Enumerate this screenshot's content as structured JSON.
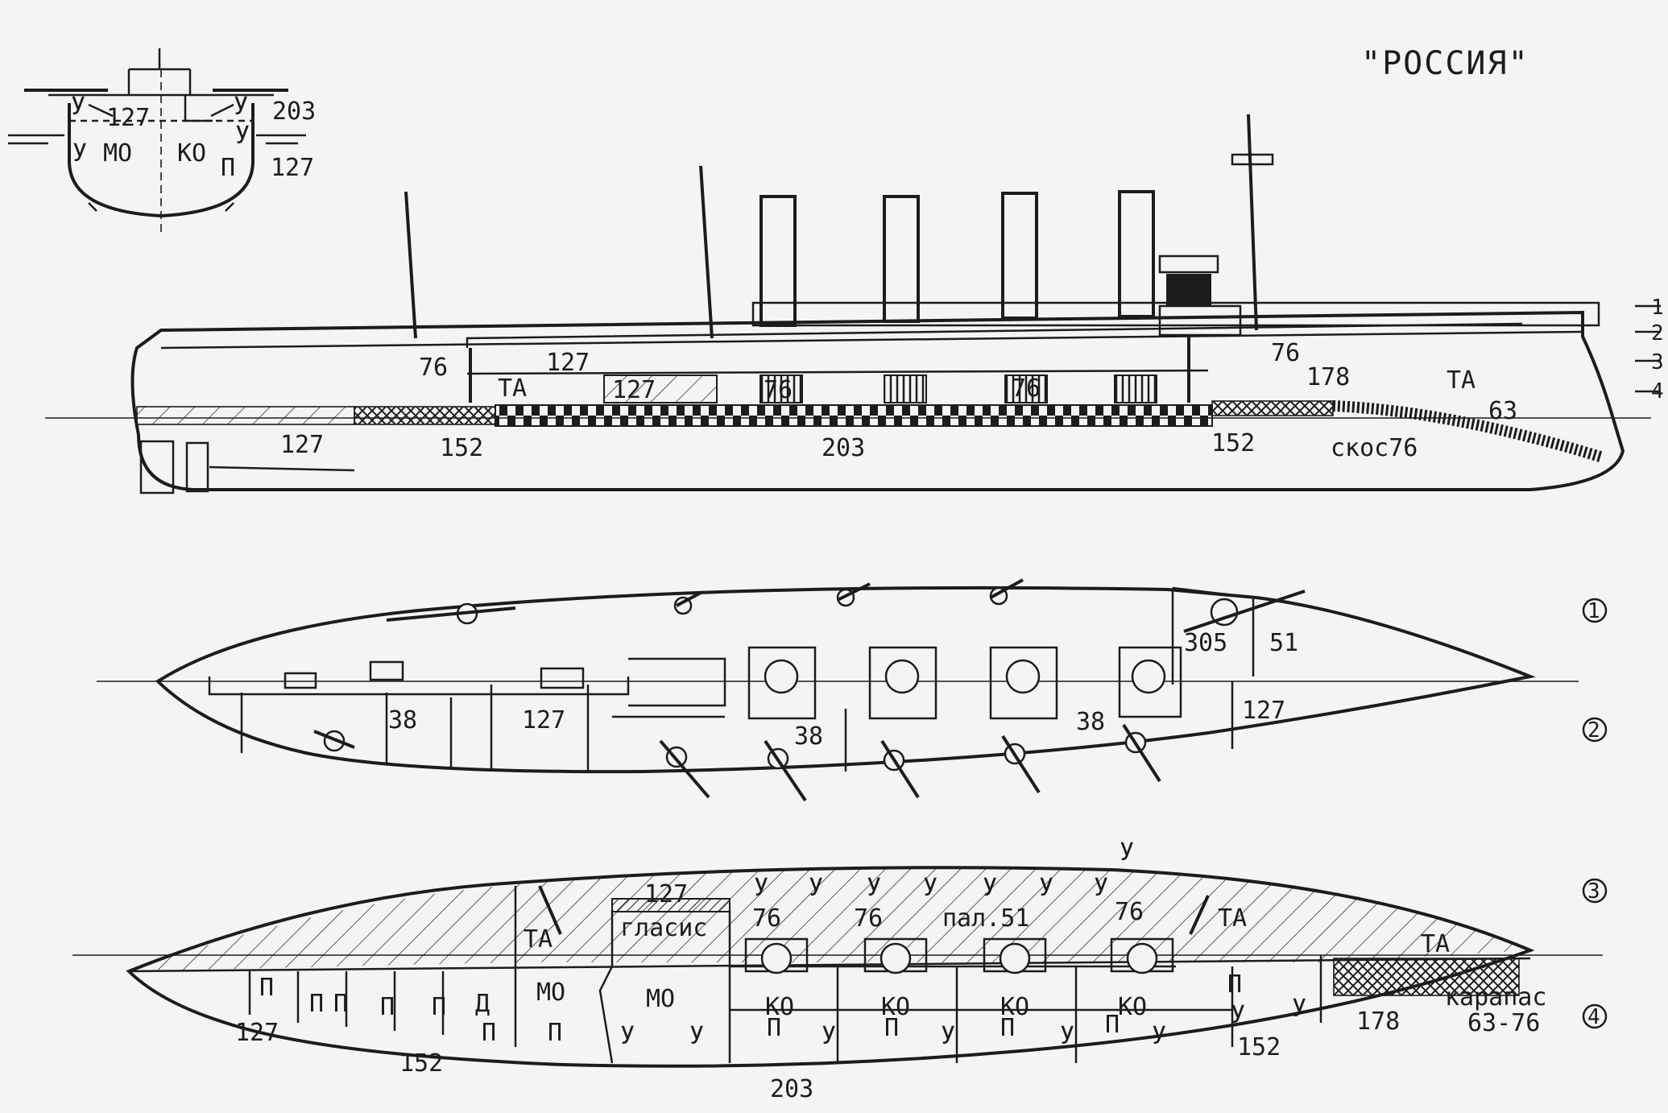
{
  "title": "\"РОССИЯ\"",
  "cross_section": {
    "labels": [
      "У",
      "127",
      "203",
      "У",
      "МО",
      "КО",
      "У",
      "П",
      "127",
      "У"
    ]
  },
  "profile": {
    "labels": [
      "76",
      "127",
      "ТА",
      "127",
      "76",
      "76",
      "76",
      "178",
      "ТА",
      "63",
      "127",
      "152",
      "203",
      "152",
      "скос76"
    ],
    "deck_levels": [
      "1",
      "2",
      "3",
      "4"
    ]
  },
  "plan_upper": {
    "labels": [
      "305",
      "51",
      "38",
      "127",
      "38",
      "38",
      "127"
    ],
    "markers": [
      "1",
      "2"
    ]
  },
  "plan_lower": {
    "labels": [
      "У",
      "127",
      "У",
      "У",
      "У",
      "У",
      "У",
      "У",
      "У",
      "76",
      "76",
      "пал.51",
      "76",
      "ТА",
      "ТА",
      "ТА",
      "гласис",
      "МО",
      "МО",
      "П",
      "П",
      "П",
      "П",
      "П",
      "Д",
      "КО",
      "КО",
      "КО",
      "КО",
      "П",
      "У",
      "У",
      "П",
      "П",
      "У",
      "У",
      "П",
      "У",
      "П",
      "У",
      "П",
      "У",
      "П",
      "У",
      "127",
      "152",
      "203",
      "152",
      "178",
      "карапас",
      "63-76"
    ],
    "markers": [
      "3",
      "4"
    ]
  },
  "colors": {
    "ink": "#1c1c1c",
    "paper": "#f4f4f2"
  }
}
